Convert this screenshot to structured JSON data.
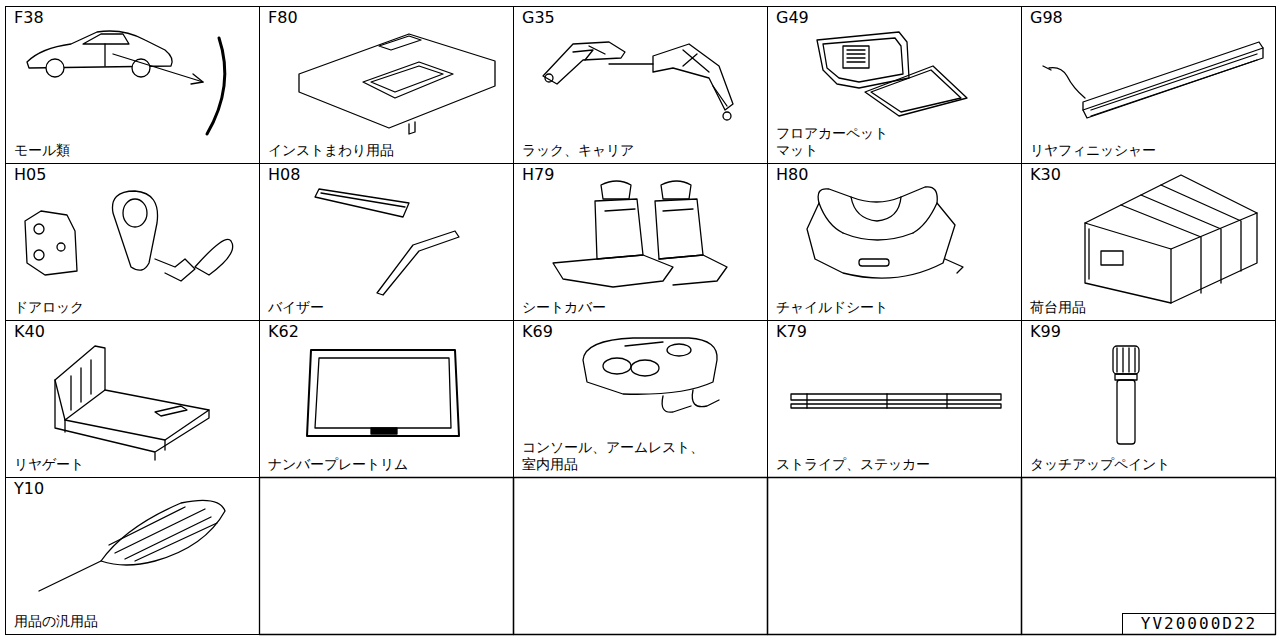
{
  "diagram": {
    "nodes": [
      {
        "text": [
          "F38",
          "モール類"
        ]
      },
      {
        "text": [
          "F80",
          "インストまわり用品"
        ]
      },
      {
        "text": [
          "G35",
          "ラック、キャリア"
        ]
      },
      {
        "text": [
          "G49",
          "フロアカーペット マット"
        ]
      },
      {
        "text": [
          "G98",
          "リヤフィニッシャー"
        ]
      },
      {
        "text": [
          "H05",
          "ドアロック"
        ]
      },
      {
        "text": [
          "H08",
          "バイザー"
        ]
      },
      {
        "text": [
          "H79",
          "シートカバー"
        ]
      },
      {
        "text": [
          "H80",
          "チャイルドシート"
        ]
      },
      {
        "text": [
          "K30",
          "荷台用品"
        ]
      },
      {
        "text": [
          "K40",
          "リヤゲート"
        ]
      },
      {
        "text": [
          "K62",
          "ナンバープレートリム"
        ]
      },
      {
        "text": [
          "K69",
          "コンソール、アームレスト、 室内用品"
        ]
      },
      {
        "text": [
          "K79",
          "ストライプ、ステッカー"
        ]
      },
      {
        "text": [
          "K99",
          "タッチアップペイント"
        ]
      },
      {
        "text": [
          "Y10",
          "用品の汎用品"
        ]
      },
      {
        "text": [
          "YV20000D22"
        ]
      }
    ]
  }
}
